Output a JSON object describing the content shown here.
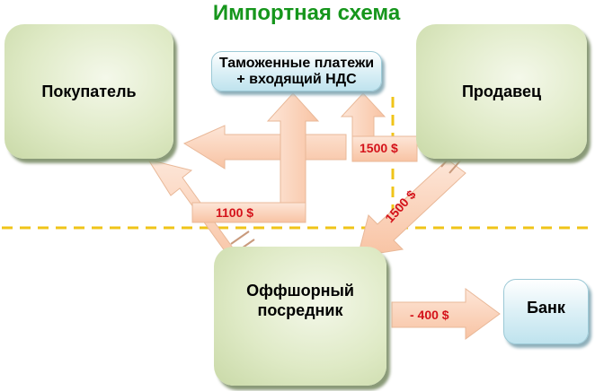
{
  "title": "Импортная схема",
  "nodes": {
    "buyer": "Покупатель",
    "seller": "Продавец",
    "customs": {
      "line1": "Таможенные платежи",
      "line2": "+ входящий НДС"
    },
    "offshore": {
      "line1": "Оффшорный",
      "line2": "посредник"
    },
    "bank": "Банк"
  },
  "flows": {
    "seller_to_customs": "1500 $",
    "seller_to_offshore": "1500 $",
    "offshore_to_buyer": "1100 $",
    "offshore_to_bank": "- 400 $"
  },
  "colors": {
    "title": "#16961c",
    "amount": "#d4121a",
    "arrow_fill": "#fbd3bc",
    "divider": "#f0c419"
  }
}
